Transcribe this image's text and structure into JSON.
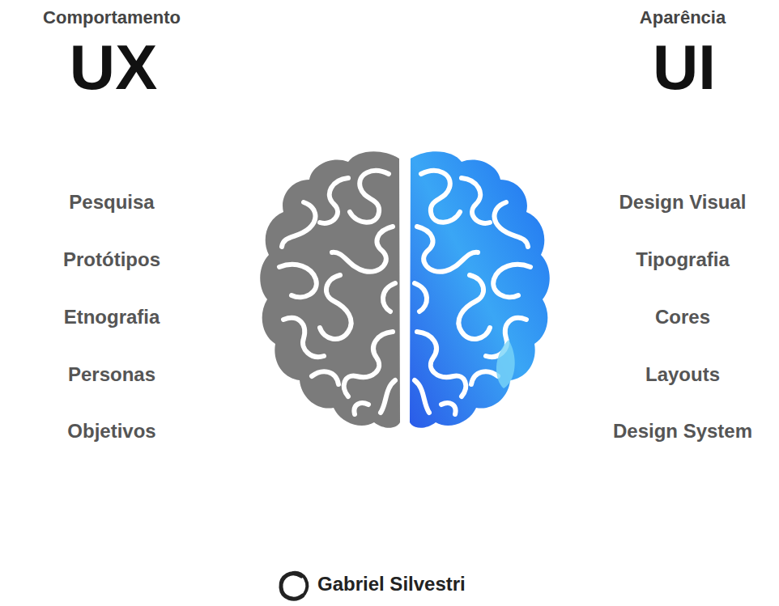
{
  "diagram": {
    "labels": [
      "Comportamento",
      "UX",
      "Aparência",
      "UI",
      "Pesquisa",
      "Protótipos",
      "Etnografia",
      "Personas",
      "Objetivos",
      "Design Visual",
      "Tipografia",
      "Cores",
      "Layouts",
      "Design System",
      "Gabriel Silvestri"
    ]
  }
}
